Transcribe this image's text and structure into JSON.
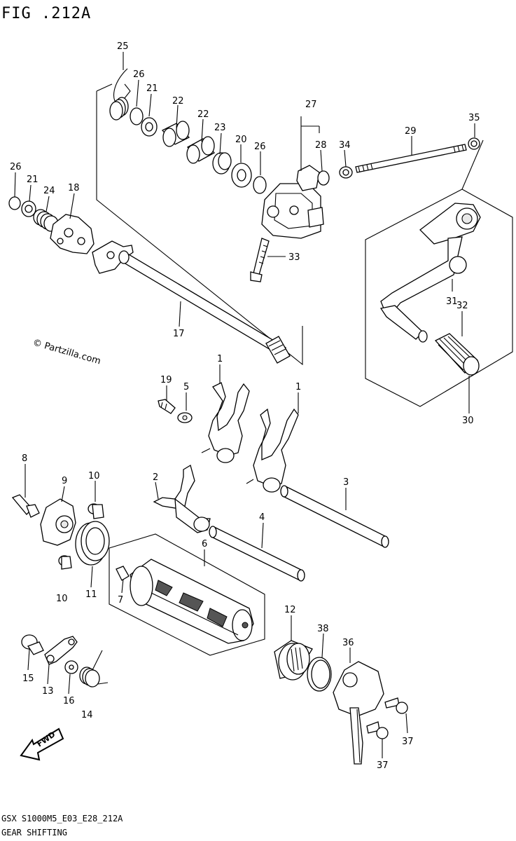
{
  "figure": {
    "title": "FIG .212A",
    "watermark": "© Partzilla.com",
    "fwd_label": "FWD",
    "footer_code": "GSX  S1000M5_E03_E28_212A",
    "footer_name": "GEAR SHIFTING"
  },
  "callouts": [
    {
      "id": "c25a",
      "label": "25"
    },
    {
      "id": "c26a",
      "label": "26"
    },
    {
      "id": "c21a",
      "label": "21"
    },
    {
      "id": "c22a",
      "label": "22"
    },
    {
      "id": "c22b",
      "label": "22"
    },
    {
      "id": "c23",
      "label": "23"
    },
    {
      "id": "c20",
      "label": "20"
    },
    {
      "id": "c26b",
      "label": "26"
    },
    {
      "id": "c27",
      "label": "27"
    },
    {
      "id": "c28",
      "label": "28"
    },
    {
      "id": "c34",
      "label": "34"
    },
    {
      "id": "c29",
      "label": "29"
    },
    {
      "id": "c35",
      "label": "35"
    },
    {
      "id": "c26c",
      "label": "26"
    },
    {
      "id": "c21b",
      "label": "21"
    },
    {
      "id": "c24",
      "label": "24"
    },
    {
      "id": "c18",
      "label": "18"
    },
    {
      "id": "c33",
      "label": "33"
    },
    {
      "id": "c17",
      "label": "17"
    },
    {
      "id": "c31",
      "label": "31"
    },
    {
      "id": "c32",
      "label": "32"
    },
    {
      "id": "c30",
      "label": "30"
    },
    {
      "id": "c1a",
      "label": "1"
    },
    {
      "id": "c1b",
      "label": "1"
    },
    {
      "id": "c19",
      "label": "19"
    },
    {
      "id": "c5",
      "label": "5"
    },
    {
      "id": "c8",
      "label": "8"
    },
    {
      "id": "c9",
      "label": "9"
    },
    {
      "id": "c10a",
      "label": "10"
    },
    {
      "id": "c2",
      "label": "2"
    },
    {
      "id": "c3",
      "label": "3"
    },
    {
      "id": "c4",
      "label": "4"
    },
    {
      "id": "c6",
      "label": "6"
    },
    {
      "id": "c10b",
      "label": "10"
    },
    {
      "id": "c11",
      "label": "11"
    },
    {
      "id": "c7",
      "label": "7"
    },
    {
      "id": "c12",
      "label": "12"
    },
    {
      "id": "c38",
      "label": "38"
    },
    {
      "id": "c36",
      "label": "36"
    },
    {
      "id": "c15",
      "label": "15"
    },
    {
      "id": "c13",
      "label": "13"
    },
    {
      "id": "c16",
      "label": "16"
    },
    {
      "id": "c14",
      "label": "14"
    },
    {
      "id": "c37a",
      "label": "37"
    },
    {
      "id": "c37b",
      "label": "37"
    }
  ]
}
